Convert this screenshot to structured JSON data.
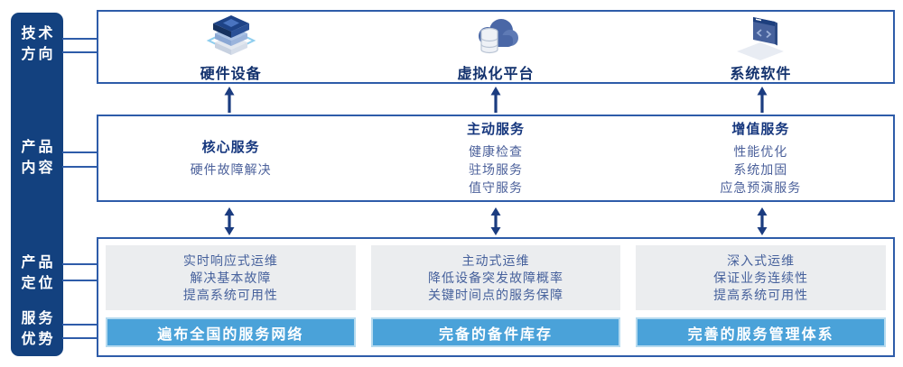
{
  "sidebar": {
    "items": [
      {
        "line1": "技术",
        "line2": "方向"
      },
      {
        "line1": "产品",
        "line2": "内容"
      },
      {
        "line1": "产品",
        "line2": "定位"
      },
      {
        "line1": "服务",
        "line2": "优势"
      }
    ]
  },
  "tech_row": {
    "items": [
      {
        "icon": "server-stack-icon",
        "label": "硬件设备"
      },
      {
        "icon": "cloud-database-icon",
        "label": "虚拟化平台"
      },
      {
        "icon": "software-window-icon",
        "label": "系统软件"
      }
    ]
  },
  "content_row": {
    "columns": [
      {
        "title": "核心服务",
        "items": [
          "硬件故障解决"
        ]
      },
      {
        "title": "主动服务",
        "items": [
          "健康检查",
          "驻场服务",
          "值守服务"
        ]
      },
      {
        "title": "增值服务",
        "items": [
          "性能优化",
          "系统加固",
          "应急预演服务"
        ]
      }
    ]
  },
  "positioning_row": {
    "columns": [
      {
        "lines": [
          "实时响应式运维",
          "解决基本故障",
          "提高系统可用性"
        ],
        "advantage": "遍布全国的服务网络"
      },
      {
        "lines": [
          "主动式运维",
          "降低设备突发故障概率",
          "关键时间点的服务保障"
        ],
        "advantage": "完备的备件库存"
      },
      {
        "lines": [
          "深入式运维",
          "保证业务连续性",
          "提高系统可用性"
        ],
        "advantage": "完善的服务管理体系"
      }
    ]
  },
  "colors": {
    "sidebar_bg": "#13417f",
    "box_border": "#2e5ca9",
    "top_label": "#12316d",
    "header_text": "#16377e",
    "item_text": "#4c619b",
    "panel_bg": "#ebedef",
    "panel_text": "#46619c",
    "bar_bg": "#4aa2d9",
    "bar_border": "#b5daef",
    "bar_text": "#ffffff",
    "arrow": "#1b3c80"
  }
}
